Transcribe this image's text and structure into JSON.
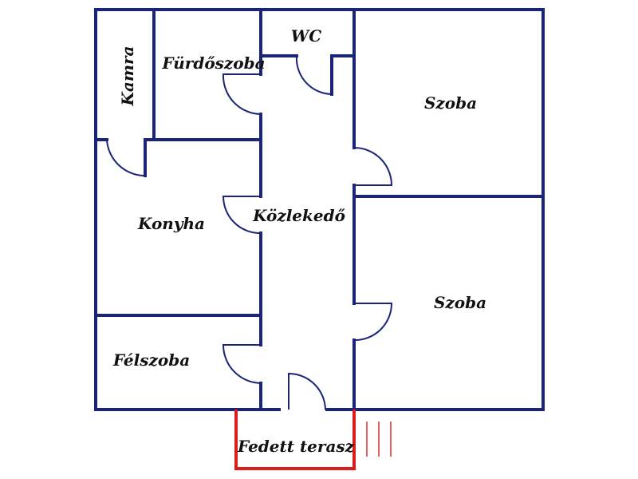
{
  "rooms": {
    "kamra": "Kamra",
    "furdoszoba": "Fürdőszoba",
    "wc": "WC",
    "szoba_upper": "Szoba",
    "konyha": "Konyha",
    "kozlekedo": "Közlekedő",
    "szoba_lower": "Szoba",
    "felszoba": "Félszoba",
    "terrace": "Fedett terasz"
  },
  "colors": {
    "wall": "#1a2478",
    "window": "#b4cdf0",
    "terrace": "#d91c1c",
    "label": "#111111"
  }
}
